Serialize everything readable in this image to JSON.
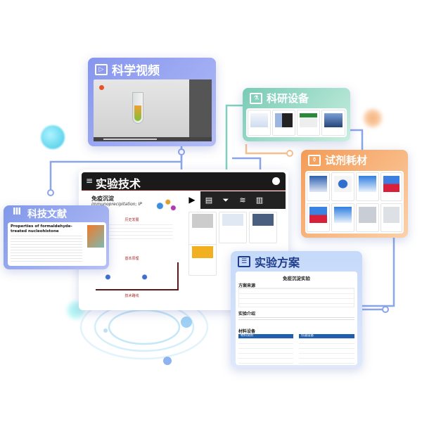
{
  "video_panel": {
    "title": "科学视频",
    "icon": "video-icon",
    "accent": "#8f9ff0"
  },
  "equipment_panel": {
    "title": "科研设备",
    "icon": "flask-icon",
    "accent": "#7fd0bf"
  },
  "reagent_panel": {
    "title": "试剂耗材",
    "icon": "beaker-icon",
    "accent": "#f7a463"
  },
  "technique_card": {
    "title": "实验技术",
    "menu_icon": "menu-icon",
    "user_icon": "user-icon",
    "article_title": "免疫沉淀",
    "article_subtitle": "immunoprecipitation; IP",
    "sections": [
      "历史发展",
      "基本原理",
      "技术路线"
    ],
    "tabs": [
      {
        "icon": "video-icon"
      },
      {
        "icon": "clipboard-icon"
      },
      {
        "icon": "filter-icon"
      },
      {
        "icon": "layers-icon"
      },
      {
        "icon": "books-icon"
      }
    ],
    "header_bg": "#1a1a1a"
  },
  "literature_panel": {
    "title": "科技文献",
    "icon": "books-icon",
    "paper_title": "Properties of formaldehyde-treated nucleohistone",
    "accent": "#8fa4ee"
  },
  "protocol_panel": {
    "title": "实验方案",
    "icon": "clipboard-icon",
    "doc_title": "免疫沉淀实验",
    "source_heading": "方案来源",
    "intro_heading": "实验介绍",
    "materials_heading": "材料设备",
    "reagents_heading": "材料试剂",
    "instruments_heading": "仪器设备",
    "accent": "#1f5fae"
  }
}
